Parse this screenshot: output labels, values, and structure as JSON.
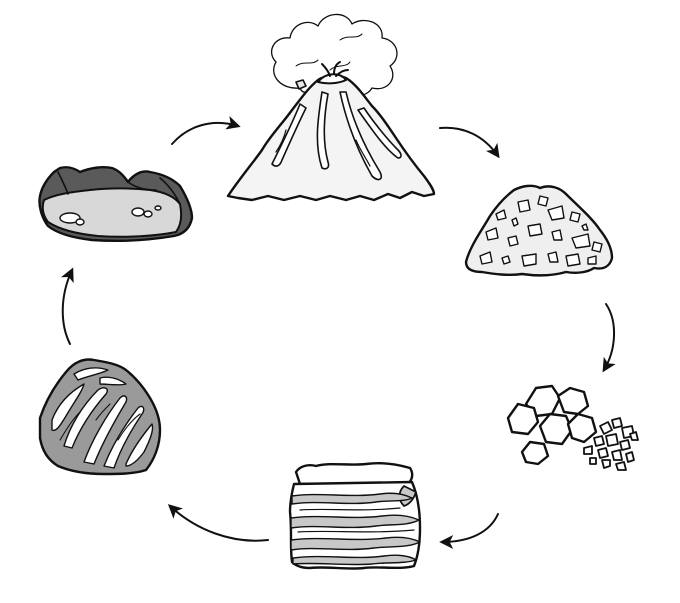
{
  "diagram": {
    "type": "cycle",
    "stages": [
      {
        "id": "volcano",
        "icon": "volcano-icon"
      },
      {
        "id": "igneous-rock",
        "icon": "igneous-rock-icon"
      },
      {
        "id": "sediments",
        "icon": "sediment-pebbles-icon"
      },
      {
        "id": "sedimentary-rock",
        "icon": "sedimentary-rock-icon"
      },
      {
        "id": "metamorphic-rock",
        "icon": "metamorphic-rock-icon"
      },
      {
        "id": "magma",
        "icon": "magma-crater-icon"
      }
    ],
    "arrow_direction": "clockwise",
    "colors": {
      "ink": "#111111",
      "fill_light": "#f2f2f2",
      "fill_mid": "#c8c8c8",
      "fill_dark": "#5a5a5a",
      "background": "#ffffff"
    }
  }
}
